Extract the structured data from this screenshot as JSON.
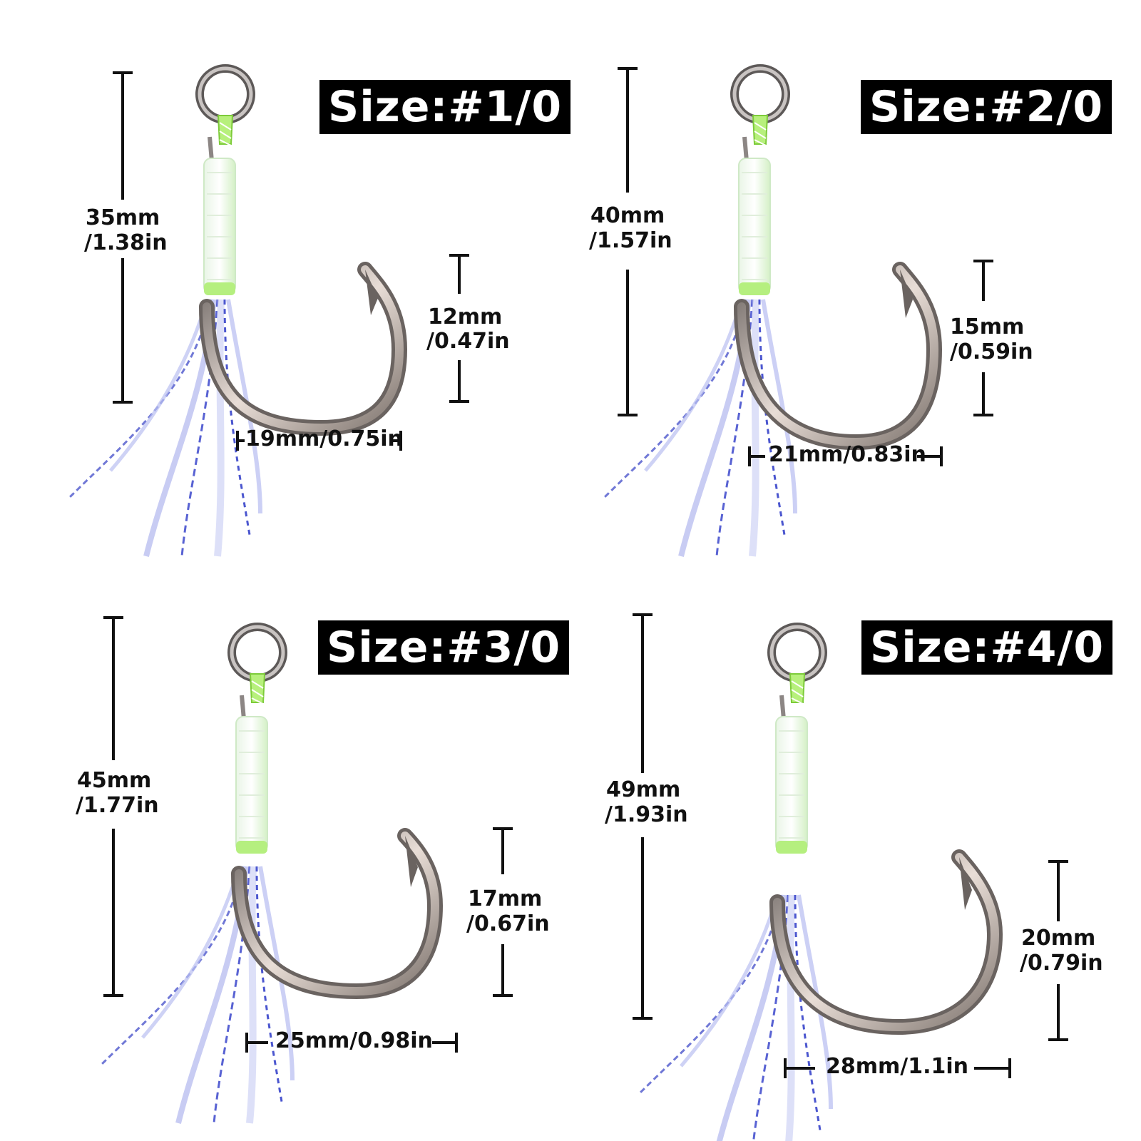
{
  "panels": [
    {
      "size_label": "Size:#1/0",
      "length_mm": "35mm",
      "length_in": "/1.38in",
      "gap_mm": "12mm",
      "gap_in": "/0.47in",
      "width": "19mm/0.75in"
    },
    {
      "size_label": "Size:#2/0",
      "length_mm": "40mm",
      "length_in": "/1.57in",
      "gap_mm": "15mm",
      "gap_in": "/0.59in",
      "width": "21mm/0.83in"
    },
    {
      "size_label": "Size:#3/0",
      "length_mm": "45mm",
      "length_in": "/1.77in",
      "gap_mm": "17mm",
      "gap_in": "/0.67in",
      "width": "25mm/0.98in"
    },
    {
      "size_label": "Size:#4/0",
      "length_mm": "49mm",
      "length_in": "/1.93in",
      "gap_mm": "20mm",
      "gap_in": "/0.79in",
      "width": "28mm/1.1in"
    }
  ],
  "colors": {
    "label_bg": "#000000",
    "label_text": "#ffffff",
    "hook_steel": "#8a7f78",
    "wrap_green": "#a8f06a",
    "skirt_blue": "#5a66d8"
  }
}
